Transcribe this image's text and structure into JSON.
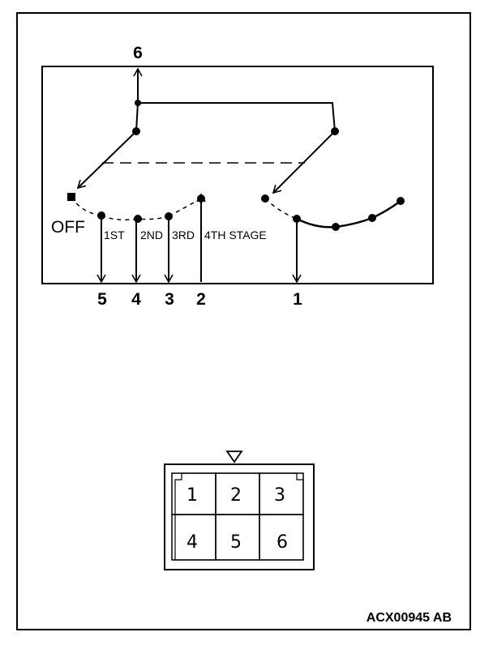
{
  "switch_diagram": {
    "top_pin": "6",
    "bottom_pins": [
      "5",
      "4",
      "3",
      "2",
      "1"
    ],
    "off_label": "OFF",
    "stage_labels": [
      "1ST",
      "2ND",
      "3RD",
      "4TH STAGE"
    ]
  },
  "connector": {
    "cells": [
      "1",
      "2",
      "3",
      "4",
      "5",
      "6"
    ]
  },
  "figure_code": "ACX00945 AB"
}
